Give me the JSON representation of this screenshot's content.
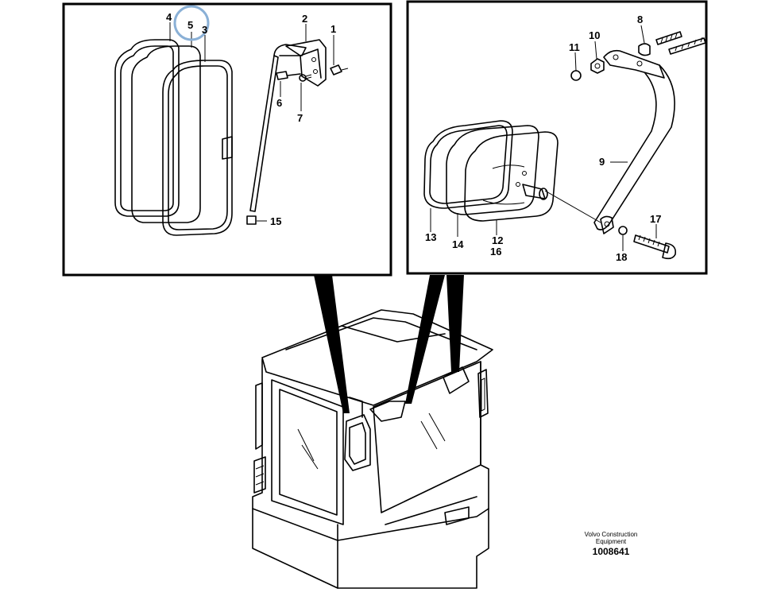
{
  "left_panel": {
    "callouts": [
      "4",
      "5",
      "3",
      "2",
      "1",
      "6",
      "7",
      "15"
    ]
  },
  "right_panel": {
    "callouts": [
      "8",
      "10",
      "11",
      "9",
      "13",
      "14",
      "12",
      "16",
      "17",
      "18"
    ]
  },
  "highlight": {
    "label": "5",
    "color": "#8ab0d6"
  },
  "footer": {
    "brand_line1": "Volvo Construction",
    "brand_line2": "Equipment",
    "drawing_number": "1008641"
  }
}
